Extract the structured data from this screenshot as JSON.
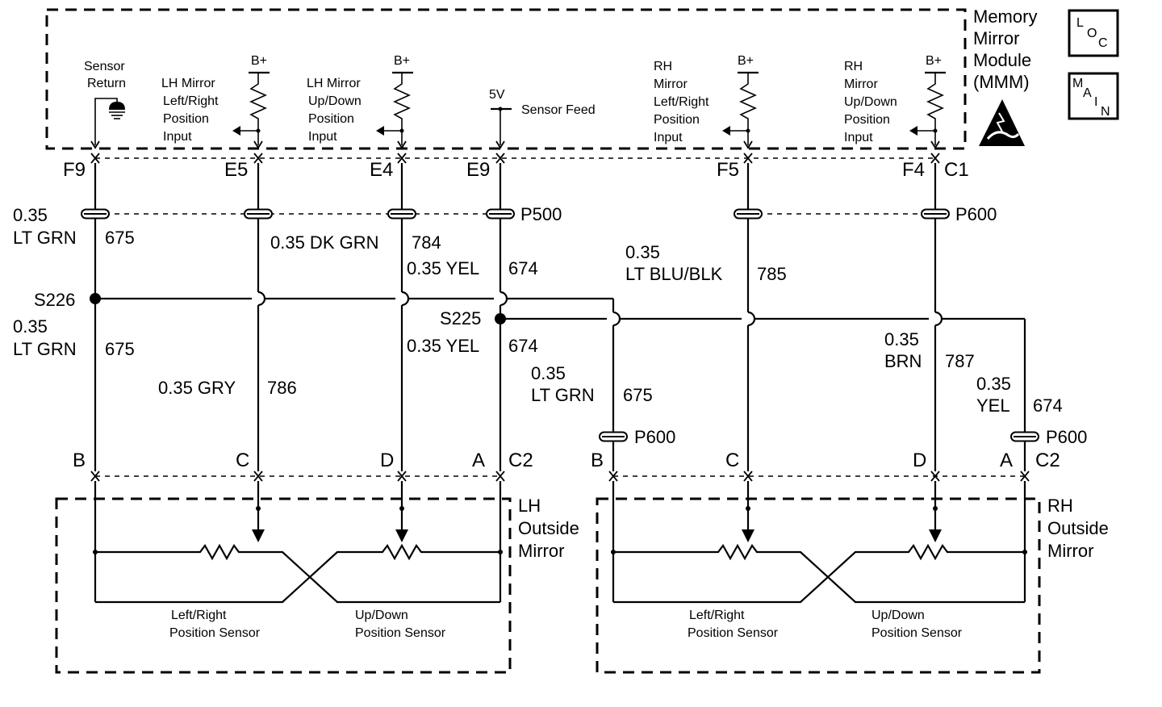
{
  "module": {
    "title": [
      "Memory",
      "Mirror",
      "Module",
      "(MMM)"
    ],
    "loc_icon": {
      "a": "L",
      "b": "O",
      "c": "C"
    },
    "main_icon": {
      "a": "M",
      "b": "A",
      "c": "I",
      "d": "N"
    },
    "esd_icon": "esd-warning-icon"
  },
  "inputs": {
    "sensor_return": [
      "Sensor",
      "Return"
    ],
    "lh_lr": [
      "LH Mirror",
      "Left/Right",
      "Position",
      "Input"
    ],
    "lh_ud": [
      "LH Mirror",
      "Up/Down",
      "Position",
      "Input"
    ],
    "five_v": "5V",
    "sensor_feed": "Sensor Feed",
    "rh_lr": [
      "RH",
      "Mirror",
      "Left/Right",
      "Position",
      "Input"
    ],
    "rh_ud": [
      "RH",
      "Mirror",
      "Up/Down",
      "Position",
      "Input"
    ],
    "b_plus": "B+"
  },
  "pins": {
    "f9": "F9",
    "e5": "E5",
    "e4": "E4",
    "e9": "E9",
    "f5": "F5",
    "f4": "F4",
    "c1": "C1",
    "b": "B",
    "c": "C",
    "d": "D",
    "a": "A",
    "c2": "C2"
  },
  "connectors": {
    "p500": "P500",
    "p600": "P600"
  },
  "splices": {
    "s226": "S226",
    "s225": "S225"
  },
  "wires": {
    "w675_size": "0.35",
    "w675_color": "LT GRN",
    "w675_num": "675",
    "w784": "0.35 DK GRN",
    "w784_num": "784",
    "w674a": "0.35 YEL",
    "w674a_num": "674",
    "w785_size": "0.35",
    "w785": "LT BLU/BLK",
    "w785_num": "785",
    "w675b_size": "0.35",
    "w675b_color": "LT GRN",
    "w675b_num": "675",
    "w674b": "0.35 YEL",
    "w674b_num": "674",
    "w786": "0.35 GRY",
    "w786_num": "786",
    "w675c_size": "0.35",
    "w675c_color": "LT GRN",
    "w675c_num": "675",
    "w787_size": "0.35",
    "w787_color": "BRN",
    "w787_num": "787",
    "w674c_size": "0.35",
    "w674c_color": "YEL",
    "w674c_num": "674"
  },
  "lh_mirror": {
    "title": [
      "LH",
      "Outside",
      "Mirror"
    ],
    "lr_sensor": [
      "Left/Right",
      "Position Sensor"
    ],
    "ud_sensor": [
      "Up/Down",
      "Position Sensor"
    ]
  },
  "rh_mirror": {
    "title": [
      "RH",
      "Outside",
      "Mirror"
    ],
    "lr_sensor": [
      "Left/Right",
      "Position Sensor"
    ],
    "ud_sensor": [
      "Up/Down",
      "Position Sensor"
    ]
  }
}
